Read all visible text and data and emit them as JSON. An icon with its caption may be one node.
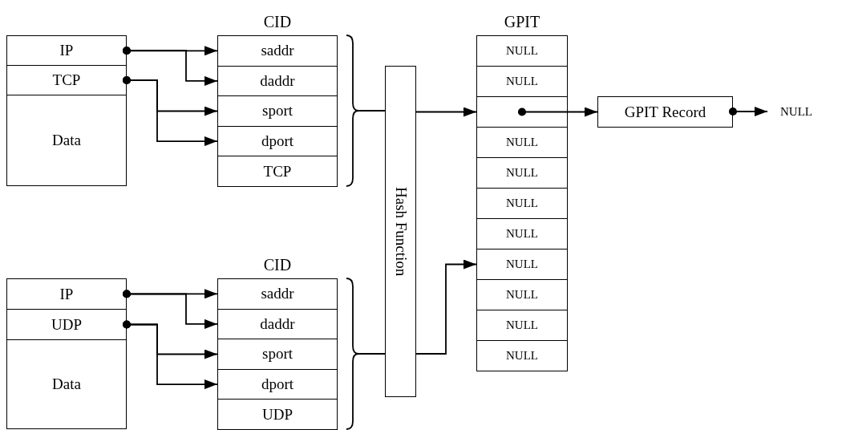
{
  "diagram": {
    "nodes": [
      {
        "text": [
          "CID"
        ]
      },
      {
        "text": [
          "saddr"
        ],
        "in": 0
      },
      {
        "text": [
          "daddr"
        ],
        "in": 0
      },
      {
        "text": [
          "sport"
        ],
        "in": 0
      },
      {
        "text": [
          "dport"
        ],
        "in": 0
      },
      {
        "text": [
          "TCP"
        ],
        "in": 0
      },
      {
        "text": [
          "GPIT"
        ]
      },
      {
        "text": [
          "NULL"
        ],
        "in": 6
      },
      {
        "text": [
          "NULL"
        ],
        "in": 6
      },
      {
        "text": [],
        "shape": "box",
        "in": 6
      },
      {
        "text": [
          "NULL"
        ],
        "in": 6
      },
      {
        "text": [
          "NULL"
        ],
        "in": 6
      },
      {
        "text": [
          "NULL"
        ],
        "in": 6
      },
      {
        "text": [
          "NULL"
        ],
        "in": 6
      },
      {
        "text": [
          "NULL"
        ],
        "in": 6
      },
      {
        "text": [
          "NULL"
        ],
        "in": 6
      },
      {
        "text": [
          "NULL"
        ],
        "in": 6
      },
      {
        "text": [
          "NULL"
        ],
        "in": 6
      },
      {
        "text": [
          "IP"
        ]
      },
      {
        "text": [
          "TCP"
        ]
      },
      {
        "text": [
          "Data"
        ]
      },
      {
        "text": [
          "GPIT Record"
        ]
      },
      {
        "text": [
          "NULL"
        ]
      },
      {
        "text": [
          "Hash Function"
        ]
      },
      {
        "text": [
          "CID"
        ]
      },
      {
        "text": [
          "saddr"
        ],
        "in": 24
      },
      {
        "text": [
          "daddr"
        ],
        "in": 24
      },
      {
        "text": [
          "sport"
        ],
        "in": 24
      },
      {
        "text": [
          "dport"
        ],
        "in": 24
      },
      {
        "text": [
          "UDP"
        ],
        "in": 24
      },
      {
        "text": [
          "IP"
        ]
      },
      {
        "text": [
          "UDP"
        ]
      },
      {
        "text": [
          "Data"
        ]
      }
    ],
    "edges": [
      {
        "from": 18,
        "to": 1,
        "arrow": "to"
      },
      {
        "from": 18,
        "to": 2,
        "arrow": "to"
      },
      {
        "from": 19,
        "to": 3,
        "arrow": "to"
      },
      {
        "from": 19,
        "to": 4,
        "arrow": "to"
      },
      {
        "from": 0,
        "to": 23,
        "arrow": "none"
      },
      {
        "from": 23,
        "to": 9,
        "arrow": "to"
      },
      {
        "from": 9,
        "to": 21,
        "arrow": "to"
      },
      {
        "from": 21,
        "to": 22,
        "arrow": "to"
      },
      {
        "from": 30,
        "to": 25,
        "arrow": "to"
      },
      {
        "from": 30,
        "to": 26,
        "arrow": "to"
      },
      {
        "from": 31,
        "to": 27,
        "arrow": "to"
      },
      {
        "from": 31,
        "to": 28,
        "arrow": "to"
      },
      {
        "from": 24,
        "to": 23,
        "arrow": "none"
      },
      {
        "from": 23,
        "to": 14,
        "arrow": "to"
      }
    ]
  }
}
